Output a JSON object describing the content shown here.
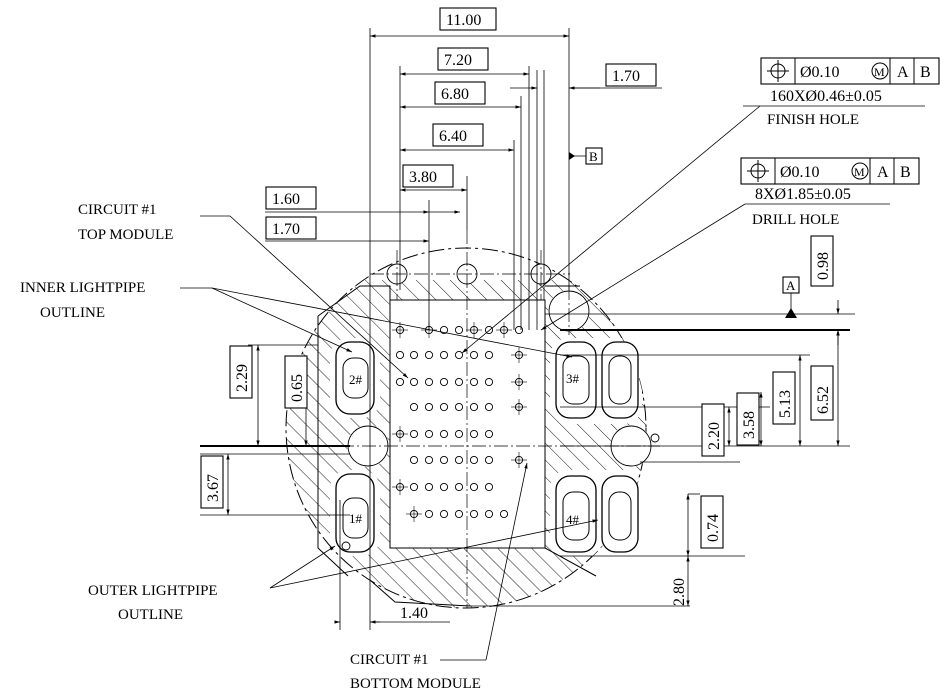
{
  "dimensions": {
    "top": [
      "11.00",
      "7.20",
      "1.70",
      "6.80",
      "6.40",
      "3.80",
      "1.60",
      "1.70"
    ],
    "right": [
      "0.98",
      "6.52",
      "5.13",
      "3.58",
      "2.20",
      "0.74",
      "2.80"
    ],
    "left": [
      "2.29",
      "0.65",
      "3.67"
    ],
    "bottom": [
      "1.40"
    ]
  },
  "datum_labels": [
    "A",
    "B"
  ],
  "fcf": {
    "finish": {
      "symbol": "⌖",
      "tolerance": "Ø0.10",
      "modifier": "M",
      "datum1": "A",
      "datum2": "B",
      "spec": "160XØ0.46±0.05",
      "label": "FINISH HOLE"
    },
    "drill": {
      "symbol": "⌖",
      "tolerance": "Ø0.10",
      "modifier": "M",
      "datum1": "A",
      "datum2": "B",
      "spec": "8XØ1.85±0.05",
      "label": "DRILL HOLE"
    }
  },
  "callouts": {
    "circuit_top": [
      "CIRCUIT #1",
      "TOP MODULE"
    ],
    "inner_lightpipe": [
      "INNER LIGHTPIPE",
      "OUTLINE"
    ],
    "outer_lightpipe": [
      "OUTER LIGHTPIPE",
      "OUTLINE"
    ],
    "circuit_bottom": [
      "CIRCUIT #1",
      "BOTTOM MODULE"
    ]
  },
  "lightpipe_labels": [
    "1#",
    "2#",
    "3#",
    "4#"
  ]
}
